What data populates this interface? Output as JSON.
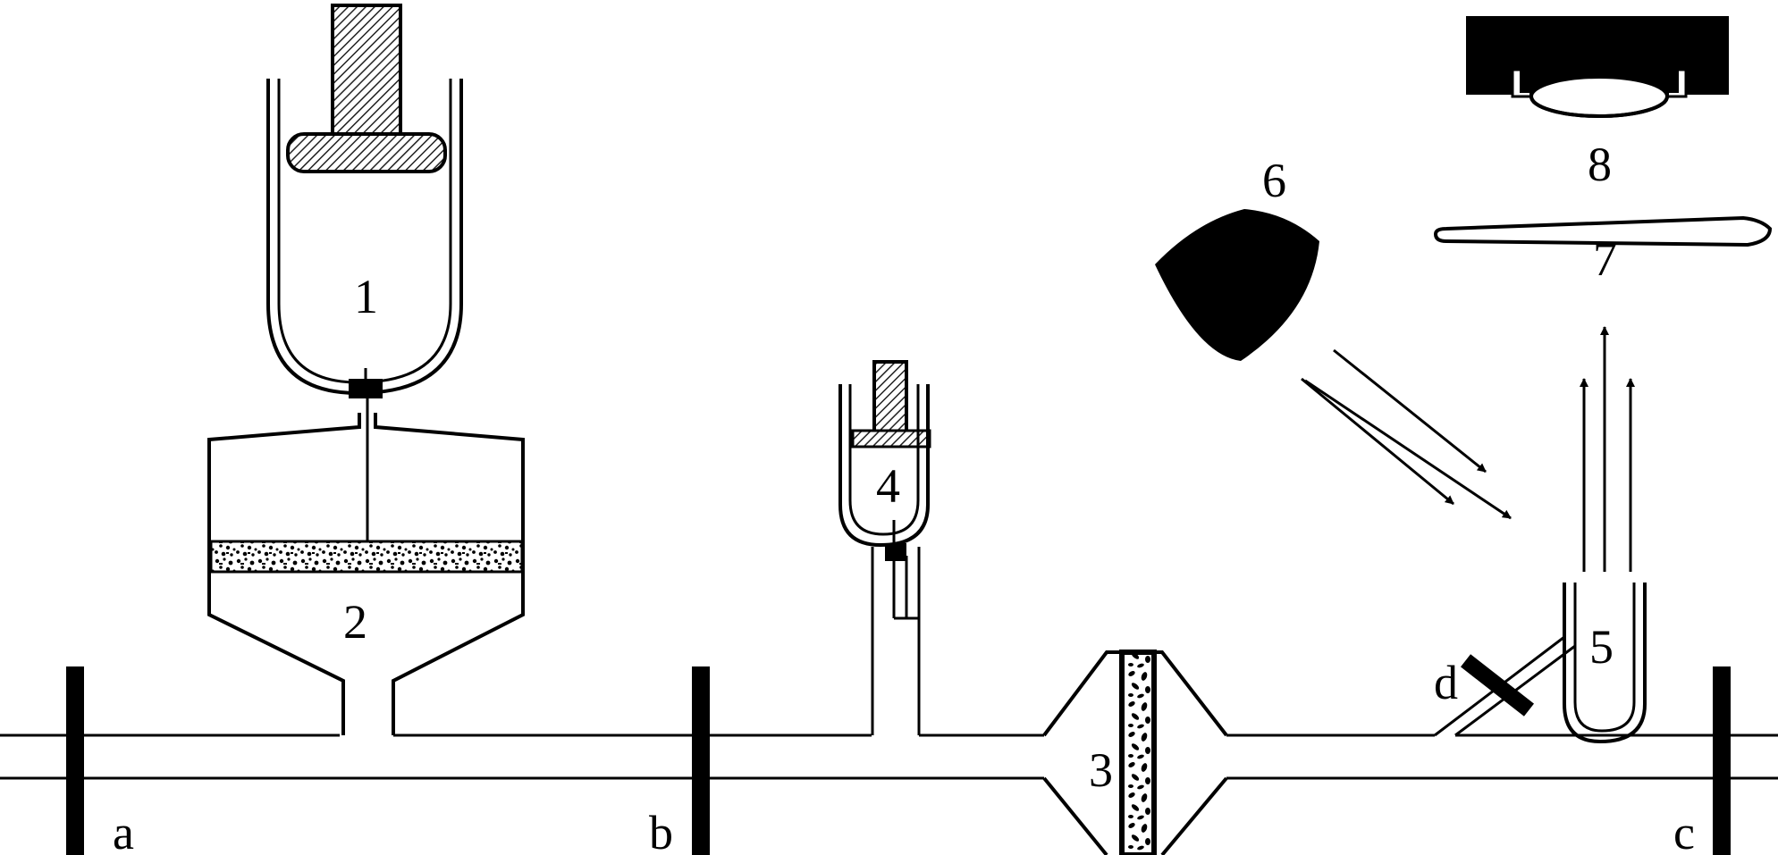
{
  "diagram": {
    "labels": {
      "component_1": "1",
      "component_2": "2",
      "component_3": "3",
      "component_4": "4",
      "component_5": "5",
      "component_6": "6",
      "component_7": "7",
      "component_8": "8",
      "point_a": "a",
      "point_b": "b",
      "point_c": "c",
      "point_d": "d"
    },
    "colors": {
      "ink": "#000000",
      "background": "#ffffff",
      "hatch": "#222222"
    }
  }
}
